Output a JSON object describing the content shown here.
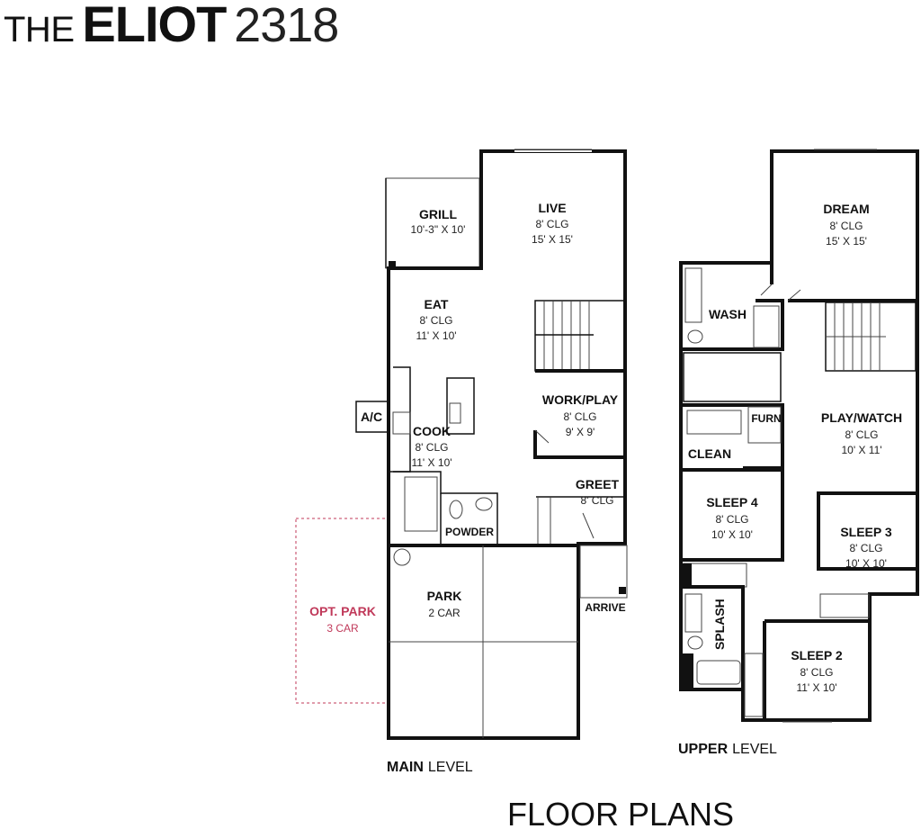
{
  "title": {
    "prefix": "THE",
    "name": "ELIOT",
    "number": "2318"
  },
  "main_level": {
    "level_bold": "MAIN",
    "level_rest": "LEVEL",
    "rooms": {
      "grill": {
        "name": "GRILL",
        "size": "10'-3\" X 10'"
      },
      "live": {
        "name": "LIVE",
        "ceiling": "8' CLG",
        "size": "15' X 15'"
      },
      "eat": {
        "name": "EAT",
        "ceiling": "8' CLG",
        "size": "11' X 10'"
      },
      "work_play": {
        "name": "WORK/PLAY",
        "ceiling": "8' CLG",
        "size": "9' X 9'"
      },
      "ac": {
        "name": "A/C"
      },
      "cook": {
        "name": "COOK",
        "ceiling": "8' CLG",
        "size": "11' X 10'"
      },
      "greet": {
        "name": "GREET",
        "ceiling": "8' CLG"
      },
      "powder": {
        "name": "POWDER"
      },
      "park": {
        "name": "PARK",
        "size": "2 CAR"
      },
      "opt_park": {
        "name": "OPT. PARK",
        "size": "3 CAR"
      },
      "arrive": {
        "name": "ARRIVE"
      }
    }
  },
  "upper_level": {
    "level_bold": "UPPER",
    "level_rest": "LEVEL",
    "rooms": {
      "dream": {
        "name": "DREAM",
        "ceiling": "8' CLG",
        "size": "15' X 15'"
      },
      "wash": {
        "name": "WASH"
      },
      "play_watch": {
        "name": "PLAY/WATCH",
        "ceiling": "8' CLG",
        "size": "10' X 11'"
      },
      "furn": {
        "name": "FURN"
      },
      "clean": {
        "name": "CLEAN"
      },
      "sleep4": {
        "name": "SLEEP 4",
        "ceiling": "8' CLG",
        "size": "10' X 10'"
      },
      "sleep3": {
        "name": "SLEEP 3",
        "ceiling": "8' CLG",
        "size": "10' X 10'"
      },
      "splash": {
        "name": "SPLASH"
      },
      "sleep2": {
        "name": "SLEEP 2",
        "ceiling": "8' CLG",
        "size": "11' X 10'"
      }
    }
  },
  "footer": {
    "label": "FLOOR PLANS"
  },
  "colors": {
    "walls": "#111111",
    "optional": "#c0395a"
  }
}
